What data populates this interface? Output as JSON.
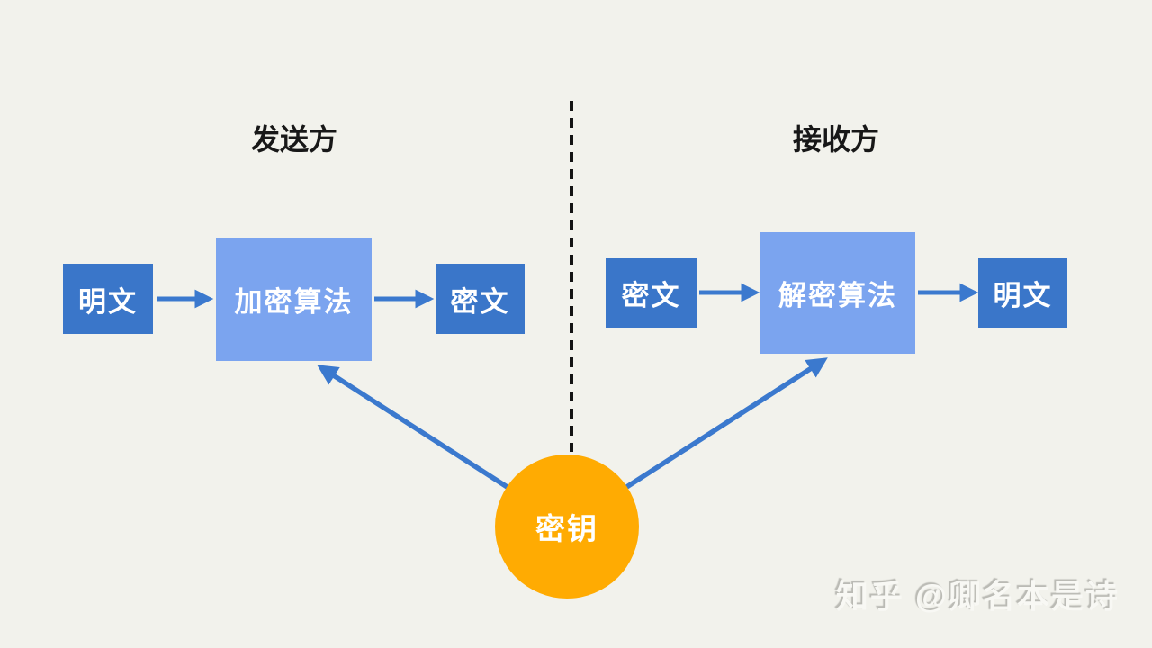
{
  "diagram": {
    "sender": {
      "title": "发送方",
      "flow": [
        {
          "label": "明文"
        },
        {
          "label": "加密算法"
        },
        {
          "label": "密文"
        }
      ]
    },
    "receiver": {
      "title": "接收方",
      "flow": [
        {
          "label": "密文"
        },
        {
          "label": "解密算法"
        },
        {
          "label": "明文"
        }
      ]
    },
    "key": {
      "label": "密钥"
    },
    "colors": {
      "box_dark_blue": "#3A76C9",
      "box_light_blue": "#7BA4EF",
      "key_orange": "#FFAB02",
      "arrow_blue": "#3B79CE",
      "divider_black": "#141414",
      "background": "#F2F2EC"
    }
  },
  "watermark": {
    "text": "知乎 @卿名本是诗"
  }
}
